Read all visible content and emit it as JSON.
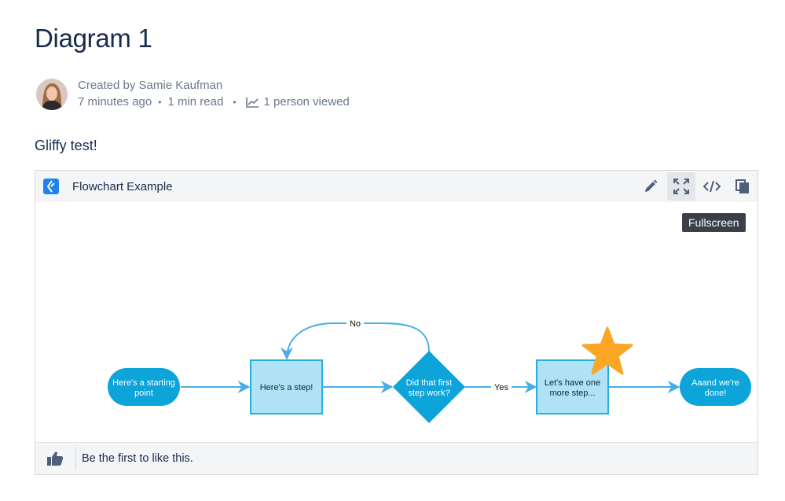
{
  "page": {
    "title": "Diagram 1",
    "created_by": "Created by Samie Kaufman",
    "time_ago": "7 minutes ago",
    "read_time": "1 min read",
    "views": "1 person viewed",
    "body_text": "Gliffy test!"
  },
  "macro": {
    "title": "Flowchart Example",
    "toolbar": {
      "edit_icon": "pencil-icon",
      "fullscreen_icon": "fullscreen-icon",
      "embed_icon": "code-icon",
      "copy_icon": "copy-icon"
    },
    "tooltip": "Fullscreen",
    "footer": {
      "like_text": "Be the first to like this."
    }
  },
  "diagram": {
    "nodes": {
      "start": [
        "Here's a starting",
        "point"
      ],
      "step": [
        "Here's a step!"
      ],
      "decision": [
        "Did that first",
        "step work?"
      ],
      "step2": [
        "Let's have one",
        "more step..."
      ],
      "end": [
        "Aaand we're",
        "done!"
      ]
    },
    "edges": {
      "no": "No",
      "yes": "Yes"
    },
    "colors": {
      "pill_fill": "#0ca4d9",
      "box_fill": "#aee2f4",
      "box_stroke": "#2baedf",
      "arrow": "#4aaee6",
      "star": "#fba625"
    }
  }
}
